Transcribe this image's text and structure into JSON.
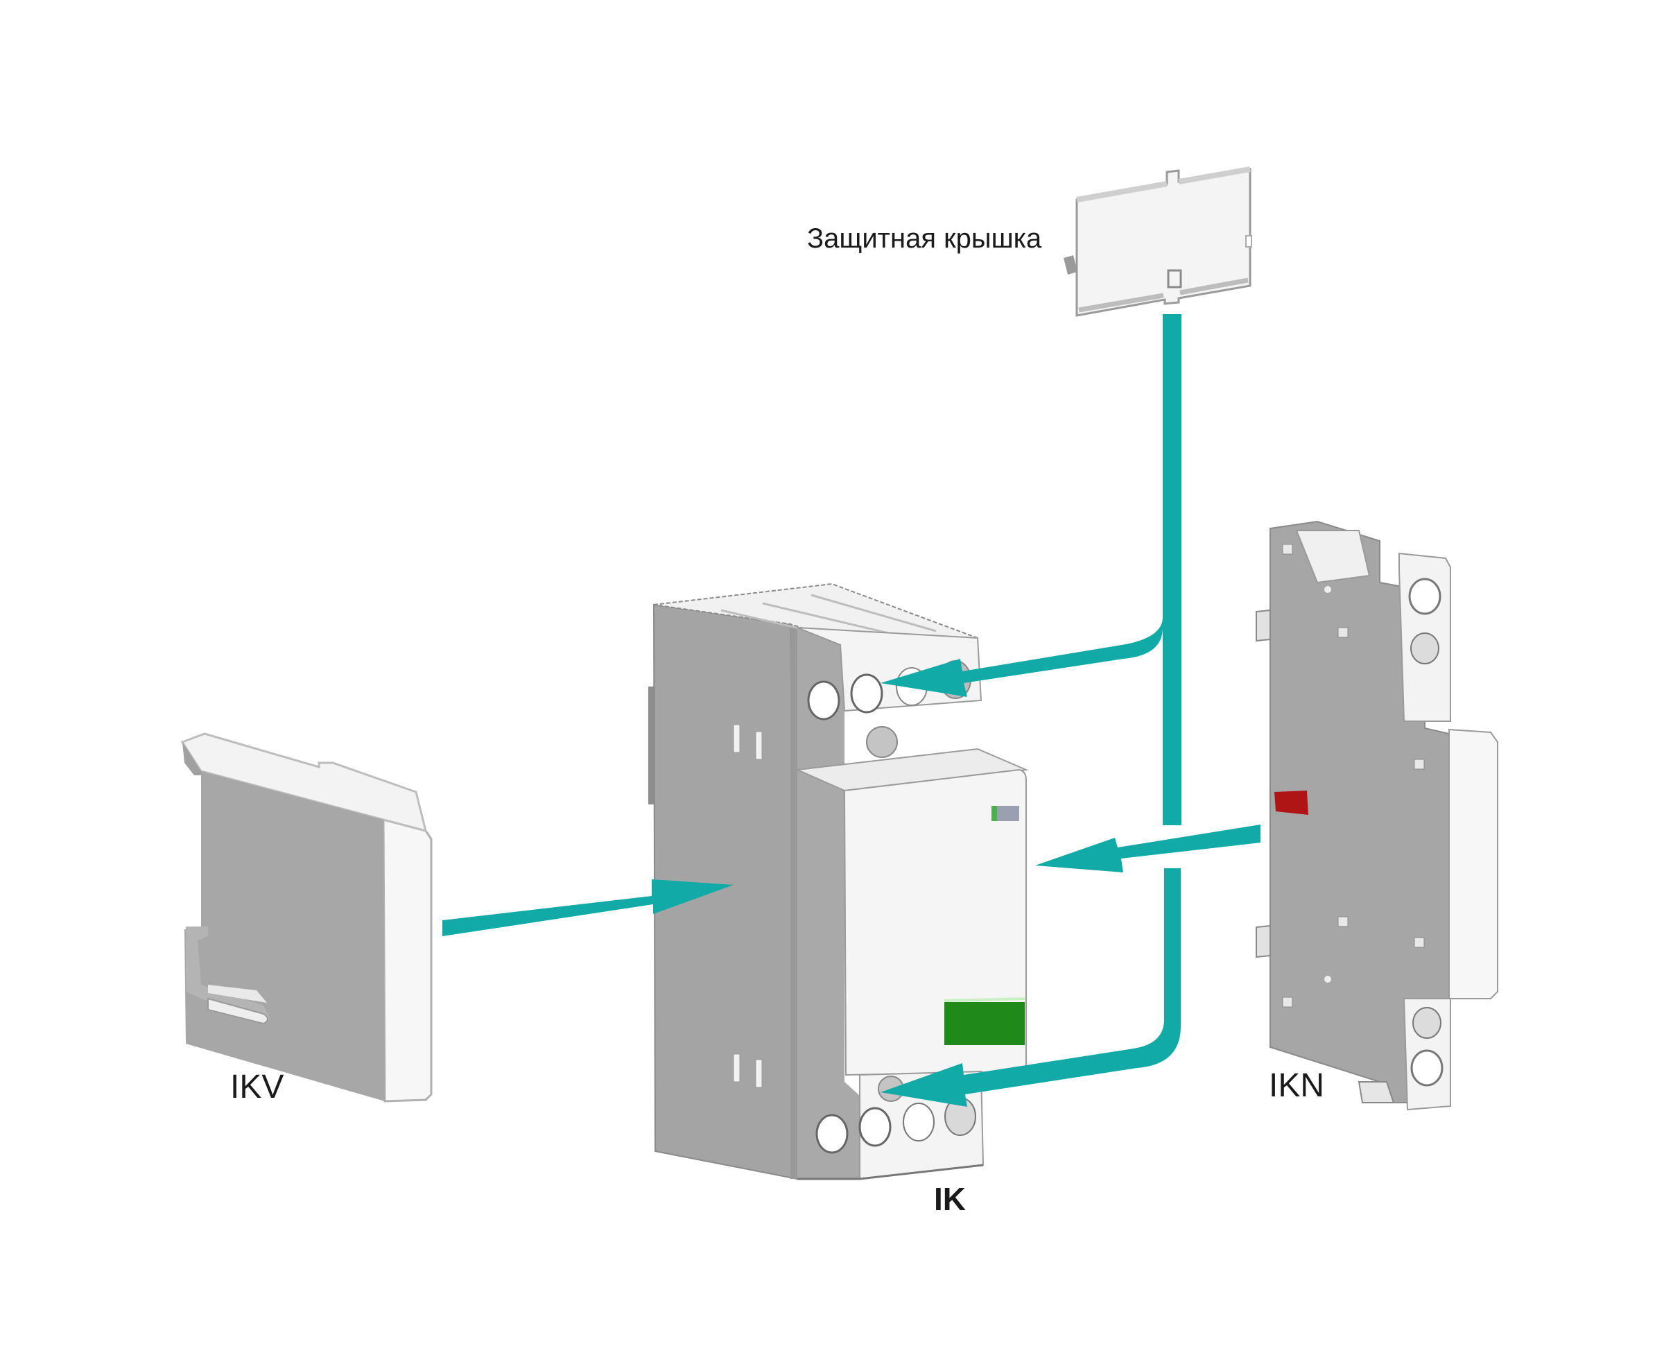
{
  "diagram": {
    "type": "exploded-assembly",
    "labels": {
      "cover": "Защитная крышка",
      "ikv": "IKV",
      "ik": "IK",
      "ikn": "IKN"
    },
    "components": [
      {
        "id": "cover",
        "name": "Защитная крышка"
      },
      {
        "id": "ikv",
        "name": "IKV"
      },
      {
        "id": "ik",
        "name": "IK"
      },
      {
        "id": "ikn",
        "name": "IKN"
      }
    ],
    "connections": [
      {
        "from": "ikv",
        "to": "ik",
        "kind": "arrow"
      },
      {
        "from": "ikn",
        "to": "ik",
        "kind": "arrow"
      },
      {
        "from": "cover",
        "to": "ik-top-terminals",
        "kind": "arrow"
      },
      {
        "from": "cover",
        "to": "ik-bottom-terminals",
        "kind": "arrow"
      }
    ],
    "colors": {
      "arrow": "#12aaa6",
      "body_gray": "#a6a6a6",
      "body_white": "#f2f2f2",
      "edge": "#6e6e6e",
      "label_green": "#1f8a1a",
      "lever_red": "#b01515"
    }
  }
}
